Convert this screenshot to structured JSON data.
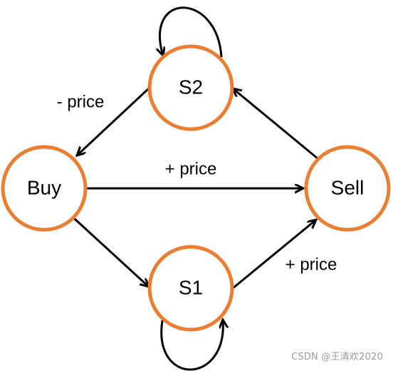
{
  "nodes": {
    "s2": "S2",
    "buy": "Buy",
    "sell": "Sell",
    "s1": "S1"
  },
  "edges": {
    "s2_to_buy": "- price",
    "buy_to_sell": "+ price",
    "s1_to_sell": "+ price"
  },
  "watermark": "CSDN @王清欢2020",
  "colors": {
    "node_stroke": "#ED7D31",
    "edge": "#000000",
    "text": "#000000",
    "watermark": "#9a9a9a"
  }
}
